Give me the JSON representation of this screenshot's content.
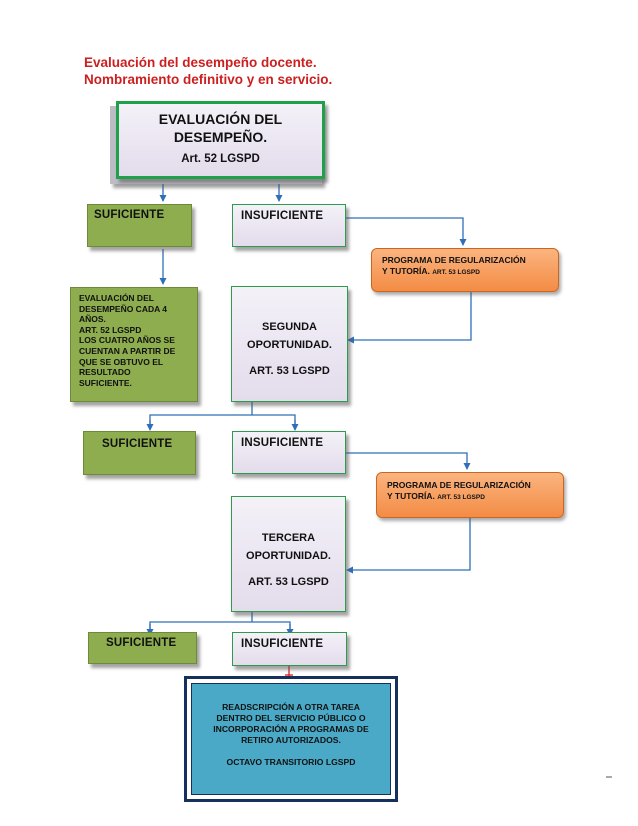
{
  "header": {
    "line1": "Evaluación del desempeño docente.",
    "line2": "Nombramiento definitivo y en servicio."
  },
  "top_box": {
    "line1": "EVALUACIÓN DEL",
    "line2": "DESEMPEÑO.",
    "line3": "Art. 52 LGSPD"
  },
  "level1": {
    "suficiente": "SUFICIENTE",
    "insuficiente": "INSUFICIENTE"
  },
  "program1": {
    "line1": "PROGRAMA DE REGULARIZACIÓN",
    "line2": "Y TUTORÍA.",
    "line2_small": "ART. 53 LGSPD"
  },
  "eval_note": {
    "lines": [
      "EVALUACIÓN DEL",
      "DESEMPEÑO CADA 4",
      "AÑOS.",
      "ART. 52 LGSPD",
      "LOS CUATRO AÑOS SE",
      "CUENTAN A PARTIR DE",
      "QUE SE OBTUVO EL",
      "RESULTADO",
      "SUFICIENTE."
    ]
  },
  "second": {
    "line1": "SEGUNDA",
    "line2": "OPORTUNIDAD.",
    "line3": "ART. 53 LGSPD"
  },
  "level2": {
    "suficiente": "SUFICIENTE",
    "insuficiente": "INSUFICIENTE"
  },
  "program2": {
    "line1": "PROGRAMA DE REGULARIZACIÓN",
    "line2": "Y TUTORÍA.",
    "line2_small": "ART. 53 LGSPD"
  },
  "third": {
    "line1": "TERCERA",
    "line2": "OPORTUNIDAD.",
    "line3": "ART. 53 LGSPD"
  },
  "level3": {
    "suficiente": "SUFICIENTE",
    "insuficiente": "INSUFICIENTE"
  },
  "final": {
    "lines": [
      "READSCRIPCIÓN A OTRA TAREA",
      "DENTRO DEL SERVICIO PÚBLICO O",
      "INCORPORACIÓN A PROGRAMAS DE",
      "RETIRO AUTORIZADOS."
    ],
    "note": "OCTAVO TRANSITORIO LGSPD"
  },
  "colors": {
    "title": "#cc1f1f",
    "connector": "#2e6fb8",
    "green_box": "#8dad4e",
    "orange_box": "#f38c45",
    "final_box": "#4aa9c6",
    "final_border": "#16305e"
  }
}
